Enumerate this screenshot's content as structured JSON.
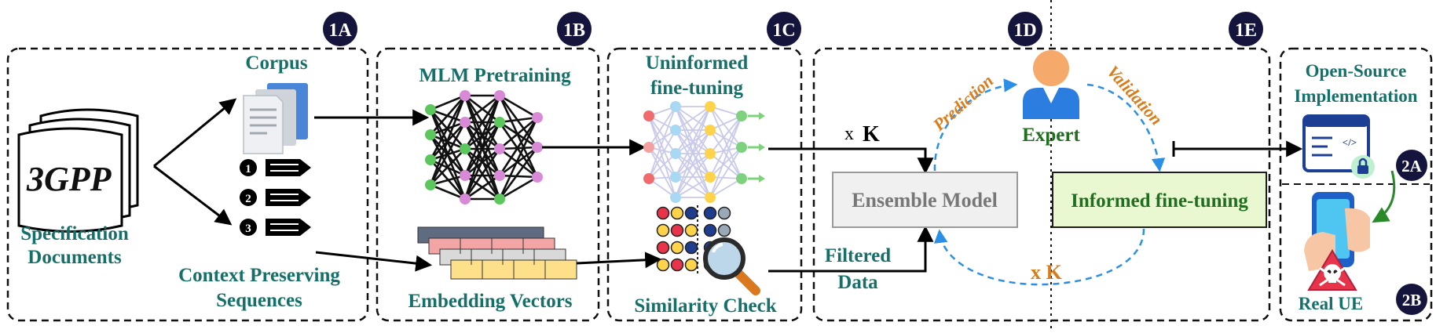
{
  "stage_badges": [
    "1A",
    "1B",
    "1C",
    "1D",
    "1E",
    "2A",
    "2B"
  ],
  "labels": {
    "corpus": "Corpus",
    "spec_line1": "Specification",
    "spec_line2": "Documents",
    "context_line1": "Context Preserving",
    "context_line2": "Sequences",
    "mlm": "MLM Pretraining",
    "embedding": "Embedding Vectors",
    "uninformed_line1": "Uninformed",
    "uninformed_line2": "fine-tuning",
    "similarity": "Similarity Check",
    "ensemble": "Ensemble Model",
    "informed": "Informed fine-tuning",
    "expert": "Expert",
    "prediction": "Prediction",
    "validation": "Validation",
    "filtered_line1": "Filtered",
    "filtered_line2": "Data",
    "xk_black_x": "x",
    "xk_black_k": "K",
    "xk_orange": "x K",
    "open_source_line1": "Open-Source",
    "open_source_line2": "Implementation",
    "real_ue": "Real UE",
    "logo": "3GPP"
  },
  "sequence_numbers": [
    "1",
    "2",
    "3"
  ],
  "icons": [
    "document-stack-icon",
    "corpus-document-icon",
    "sequence-arrow-icon",
    "neural-network-icon",
    "embedding-table-icon",
    "similarity-dots-icon",
    "magnifier-icon",
    "expert-person-icon",
    "code-window-icon",
    "lock-icon",
    "smartphone-icon",
    "skull-warning-icon"
  ],
  "colors": {
    "teal": "#16706a",
    "green": "#1f6f1f",
    "orange": "#d97c1b",
    "blue_dash": "#2b8fe6",
    "badge": "#14143c",
    "ensemble_fill": "#f0f0f0",
    "informed_fill": "#eaf8d2"
  }
}
